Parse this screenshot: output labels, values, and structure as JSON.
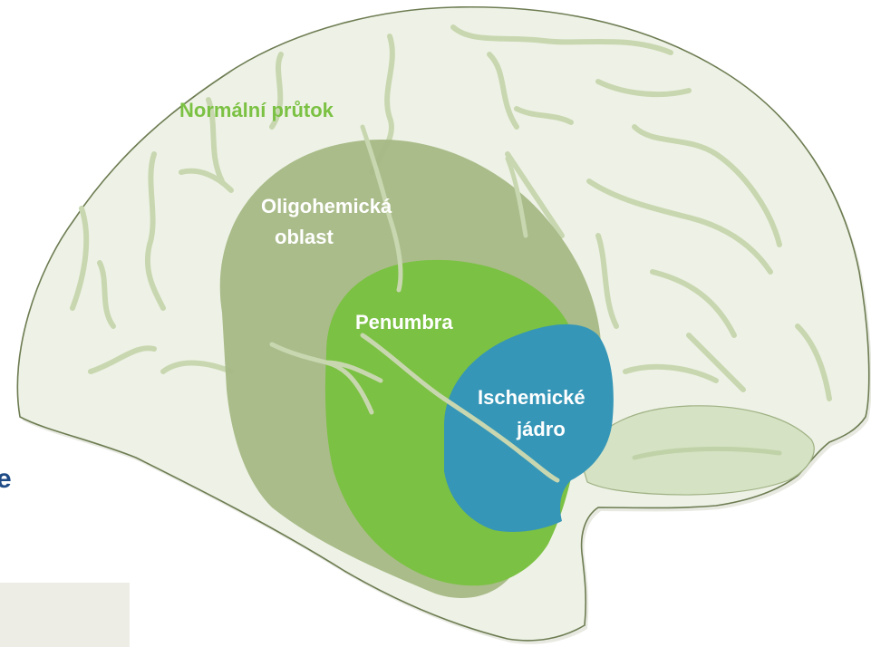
{
  "labels": {
    "normal_flow": "Normální průtok",
    "oligemic_line1": "Oligohemická",
    "oligemic_line2": "oblast",
    "penumbra": "Penumbra",
    "core_line1": "Ischemické",
    "core_line2": "jádro",
    "edge_fragment": "e"
  },
  "colors": {
    "background": "#ffffff",
    "brain_fill": "#eef2e6",
    "brain_outline": "#6d7c52",
    "sulci": "#c8d7b0",
    "cerebellum": "#d5e2c3",
    "oligemic_zone": "#a5b885",
    "penumbra_zone": "#7bc143",
    "core_zone": "#3596b7",
    "normal_flow_text": "#7bc143",
    "zone_text": "#ffffff",
    "edge_text": "#1f4b86",
    "edge_box": "#ededE6"
  }
}
